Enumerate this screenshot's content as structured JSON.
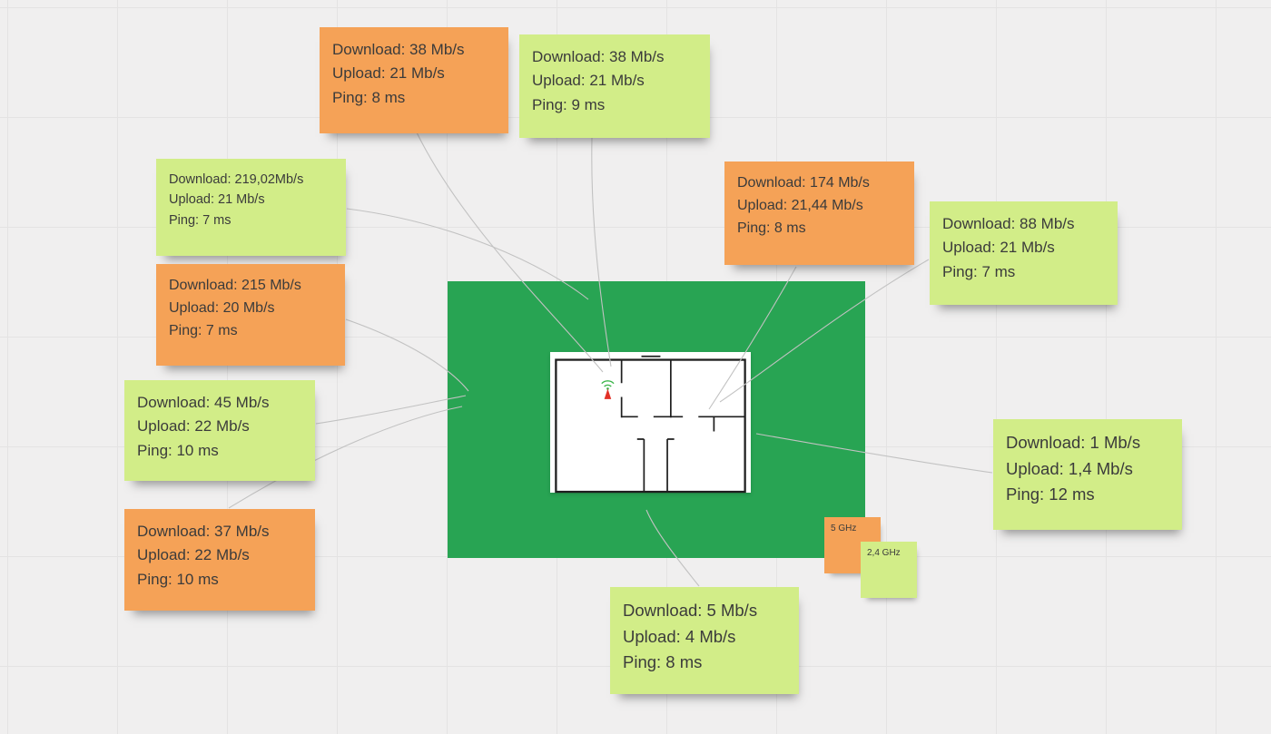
{
  "canvas": {
    "type": "whiteboard"
  },
  "colors": {
    "canvas_background": "#f0efef",
    "canvas_grid": "#e4e3e3",
    "board_green": "#28a453",
    "sticky_orange": "#f5a257",
    "sticky_green": "#d2ed88",
    "note_text": "#3b3b3b",
    "connector": "#c2c2c2",
    "wall": "#1f1f1f",
    "wifi_red": "#e23127",
    "wifi_green": "#3bb54a"
  },
  "floorplan": {
    "wifi_icon": "wifi-antenna"
  },
  "notes": [
    {
      "color": "orange",
      "lines": [
        "Download: 38 Mb/s",
        "Upload: 21 Mb/s",
        "Ping: 8 ms"
      ]
    },
    {
      "color": "green",
      "lines": [
        "Download: 38 Mb/s",
        "Upload: 21 Mb/s",
        "Ping: 9 ms"
      ]
    },
    {
      "color": "green",
      "lines": [
        "Download: 219,02Mb/s",
        "Upload: 21 Mb/s",
        "Ping: 7 ms"
      ]
    },
    {
      "color": "orange",
      "lines": [
        "Download: 215 Mb/s",
        "Upload: 20 Mb/s",
        "Ping: 7 ms"
      ]
    },
    {
      "color": "green",
      "lines": [
        "Download: 45 Mb/s",
        "Upload: 22 Mb/s",
        "Ping: 10 ms"
      ]
    },
    {
      "color": "orange",
      "lines": [
        "Download: 37 Mb/s",
        "Upload: 22 Mb/s",
        "Ping: 10 ms"
      ]
    },
    {
      "color": "orange",
      "lines": [
        "Download: 174 Mb/s",
        "Upload: 21,44 Mb/s",
        "Ping: 8 ms"
      ]
    },
    {
      "color": "green",
      "lines": [
        "Download: 88 Mb/s",
        "Upload: 21 Mb/s",
        "Ping: 7 ms"
      ]
    },
    {
      "color": "green",
      "lines": [
        "Download: 1 Mb/s",
        "Upload: 1,4 Mb/s",
        "Ping: 12 ms"
      ]
    },
    {
      "color": "green",
      "lines": [
        "Download: 5 Mb/s",
        "Upload: 4 Mb/s",
        "Ping: 8 ms"
      ]
    }
  ],
  "band_notes": [
    {
      "color": "orange",
      "label": "5 GHz"
    },
    {
      "color": "green",
      "label": "2,4 GHz"
    }
  ]
}
